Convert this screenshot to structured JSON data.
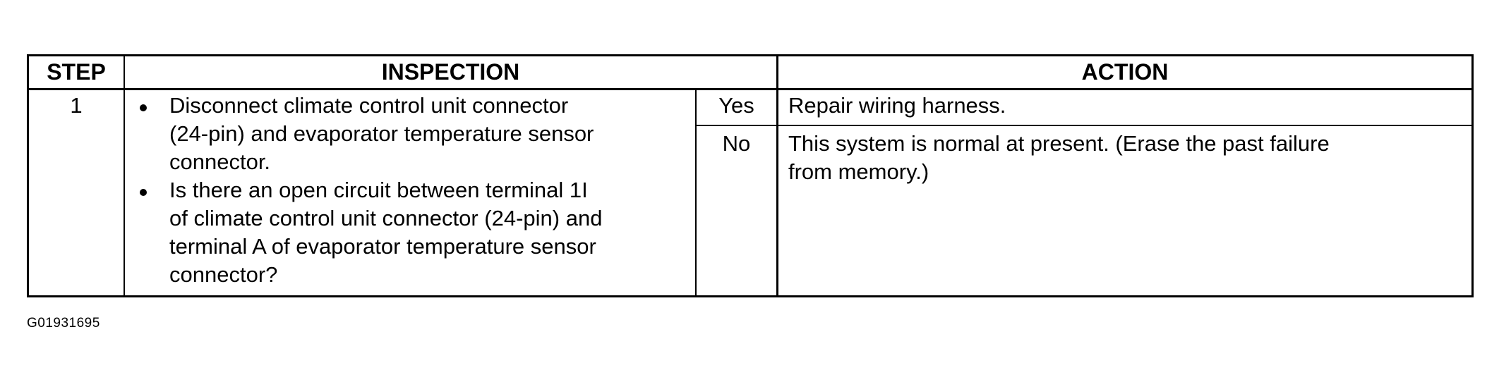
{
  "table": {
    "headers": {
      "step": "STEP",
      "inspection": "INSPECTION",
      "action": "ACTION"
    },
    "rows": [
      {
        "step": "1",
        "inspection_bullets": [
          {
            "lines": [
              "Disconnect climate control unit connector",
              "(24-pin) and evaporator temperature sensor",
              "connector."
            ]
          },
          {
            "lines": [
              "Is there an open circuit between terminal 1I",
              "of climate control unit connector (24-pin) and",
              "terminal A of evaporator temperature sensor",
              "connector?"
            ]
          }
        ],
        "results": [
          {
            "answer": "Yes",
            "action_lines": [
              "Repair wiring harness."
            ]
          },
          {
            "answer": "No",
            "action_lines": [
              "This system is normal at present. (Erase the past failure",
              "from memory.)"
            ]
          }
        ]
      }
    ]
  },
  "figure_id": "G01931695"
}
